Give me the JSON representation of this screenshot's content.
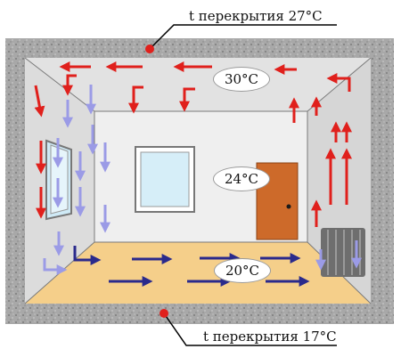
{
  "labels": {
    "ceiling_callout": "t перекрытия 27°C",
    "floor_callout": "t перекрытия 17°C",
    "temp_ceiling": "30°C",
    "temp_middle": "24°C",
    "temp_floor": "20°C"
  },
  "colors": {
    "warm_air": "#e0201c",
    "cool_air": "#9b9be6",
    "floor_air": "#2a2a8c",
    "concrete": "#9e9e9e",
    "wall": "#ececec",
    "floor": "#f5cf8a",
    "door": "#cd6a2a",
    "radiator": "#6e6e6e"
  }
}
